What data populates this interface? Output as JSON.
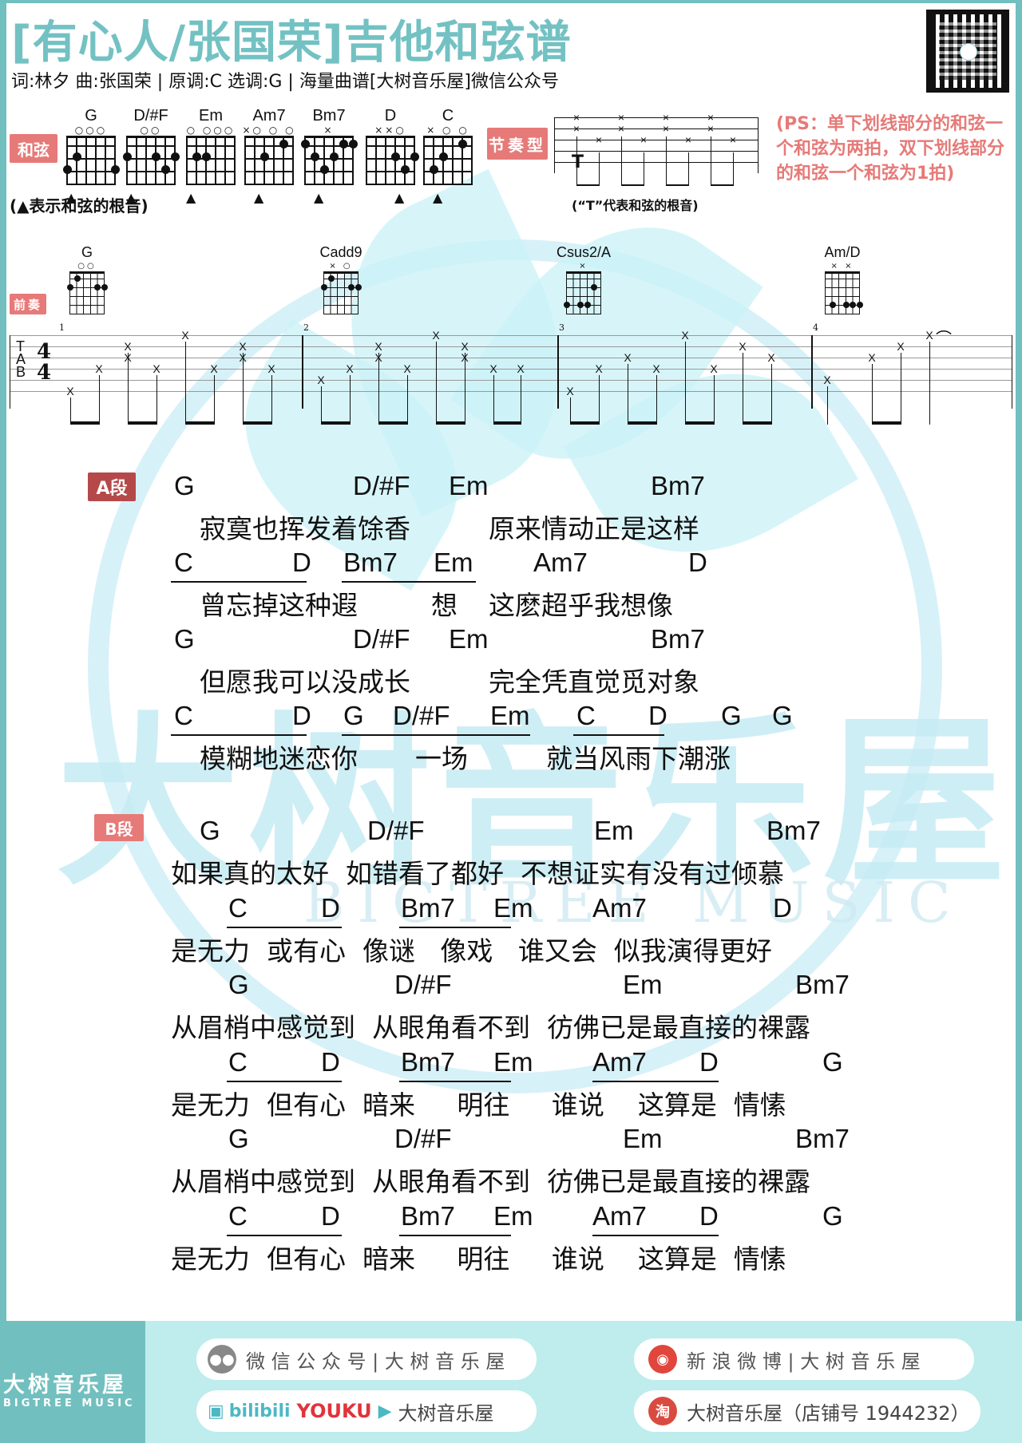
{
  "header": {
    "title": "[有心人/张国荣]吉他和弦谱",
    "subtitle": "词:林夕  曲:张国荣 | 原调:C  选调:G | 海量曲谱[大树音乐屋]微信公众号"
  },
  "chords_panel": {
    "tag": "和弦",
    "root_note": "(▲表示和弦的根音)",
    "chords": [
      {
        "name": "G",
        "marks": "○○○"
      },
      {
        "name": "D/#F",
        "marks": "○○"
      },
      {
        "name": "Em",
        "marks": "○  ○○○"
      },
      {
        "name": "Am7",
        "marks": "×○ ○ ○",
        "fret": "2"
      },
      {
        "name": "Bm7",
        "marks": "×"
      },
      {
        "name": "D",
        "marks": "××○"
      },
      {
        "name": "C",
        "marks": "×  ○ ○"
      }
    ]
  },
  "rhythm_panel": {
    "tag": "节奏型",
    "note": "(“T”代表和弦的根音)",
    "root_symbol": "T",
    "hit": "×"
  },
  "ps_note": "(PS：单下划线部分的和弦一个和弦为两拍，双下划线部分的和弦一个和弦为1拍)",
  "intro": {
    "tag": "前奏",
    "tab_label": [
      "T",
      "A",
      "B"
    ],
    "time_signature": "4/4",
    "measures": [
      "1",
      "2",
      "3",
      "4"
    ],
    "chords": [
      {
        "name": "G",
        "marks": "○○"
      },
      {
        "name": "Cadd9",
        "marks": "×  ○"
      },
      {
        "name": "Csus2/A",
        "marks": "×"
      },
      {
        "name": "Am/D",
        "marks": "× ×"
      }
    ],
    "hit": "X"
  },
  "section_a": {
    "tag": "A段",
    "lines": [
      {
        "chords": [
          "G",
          "D/#F",
          "Em",
          "Bm7"
        ],
        "lyric_parts": [
          "寂寞也挥发着馀香",
          "原来情动正是这样"
        ]
      },
      {
        "chords": [
          "C",
          "D",
          "Bm7",
          "Em",
          "Am7",
          "D"
        ],
        "lyric_parts": [
          "曾忘掉这种遐",
          "想",
          "这麽超乎我想像"
        ]
      },
      {
        "chords": [
          "G",
          "D/#F",
          "Em",
          "Bm7"
        ],
        "lyric_parts": [
          "但愿我可以没成长",
          "完全凭直觉觅对象"
        ]
      },
      {
        "chords": [
          "C",
          "D",
          "G",
          "D/#F",
          "Em",
          "C",
          "D",
          "G",
          "G"
        ],
        "lyric_parts": [
          "模糊地迷恋你",
          "一场",
          "就当风雨下潮涨"
        ]
      }
    ]
  },
  "section_b": {
    "tag": "B段",
    "lines": [
      {
        "chords": [
          "G",
          "D/#F",
          "Em",
          "Bm7"
        ],
        "lyric": "如果真的太好  如错看了都好  不想证实有没有过倾慕"
      },
      {
        "chords": [
          "C",
          "D",
          "Bm7",
          "Em",
          "Am7",
          "D"
        ],
        "lyric": "是无力  或有心  像谜   像戏   谁又会  似我演得更好"
      },
      {
        "chords": [
          "G",
          "D/#F",
          "Em",
          "Bm7"
        ],
        "lyric": "从眉梢中感觉到  从眼角看不到  彷佛已是最直接的裸露"
      },
      {
        "chords": [
          "C",
          "D",
          "Bm7",
          "Em",
          "Am7",
          "D",
          "G"
        ],
        "lyric": "是无力  但有心  暗来     明往     谁说    这算是  情愫"
      },
      {
        "chords": [
          "G",
          "D/#F",
          "Em",
          "Bm7"
        ],
        "lyric": "从眉梢中感觉到  从眼角看不到  彷佛已是最直接的裸露"
      },
      {
        "chords": [
          "C",
          "D",
          "Bm7",
          "Em",
          "Am7",
          "D",
          "G"
        ],
        "lyric": "是无力  但有心  暗来     明往     谁说    这算是  情愫"
      }
    ]
  },
  "watermark": {
    "cn": "大树音乐屋",
    "en": "BIGTREE MUSIC"
  },
  "footer": {
    "brand_cn": "大树音乐屋",
    "brand_en": "BIGTREE MUSIC",
    "wechat": "微 信 公 众 号 | 大 树 音 乐 屋",
    "video": {
      "bilibili": "bilibili",
      "youku": "YOUKU",
      "name": "大树音乐屋"
    },
    "weibo": "新 浪 微 博 | 大 树 音 乐 屋",
    "taobao_icon": "淘",
    "taobao": "大树音乐屋（店铺号 1944232）"
  },
  "colors": {
    "accent": "#72bfbf",
    "title": "#73c1c3",
    "tag_pink": "#e67a78",
    "tag_red": "#b5494a",
    "footer_bg": "#bfecec"
  }
}
